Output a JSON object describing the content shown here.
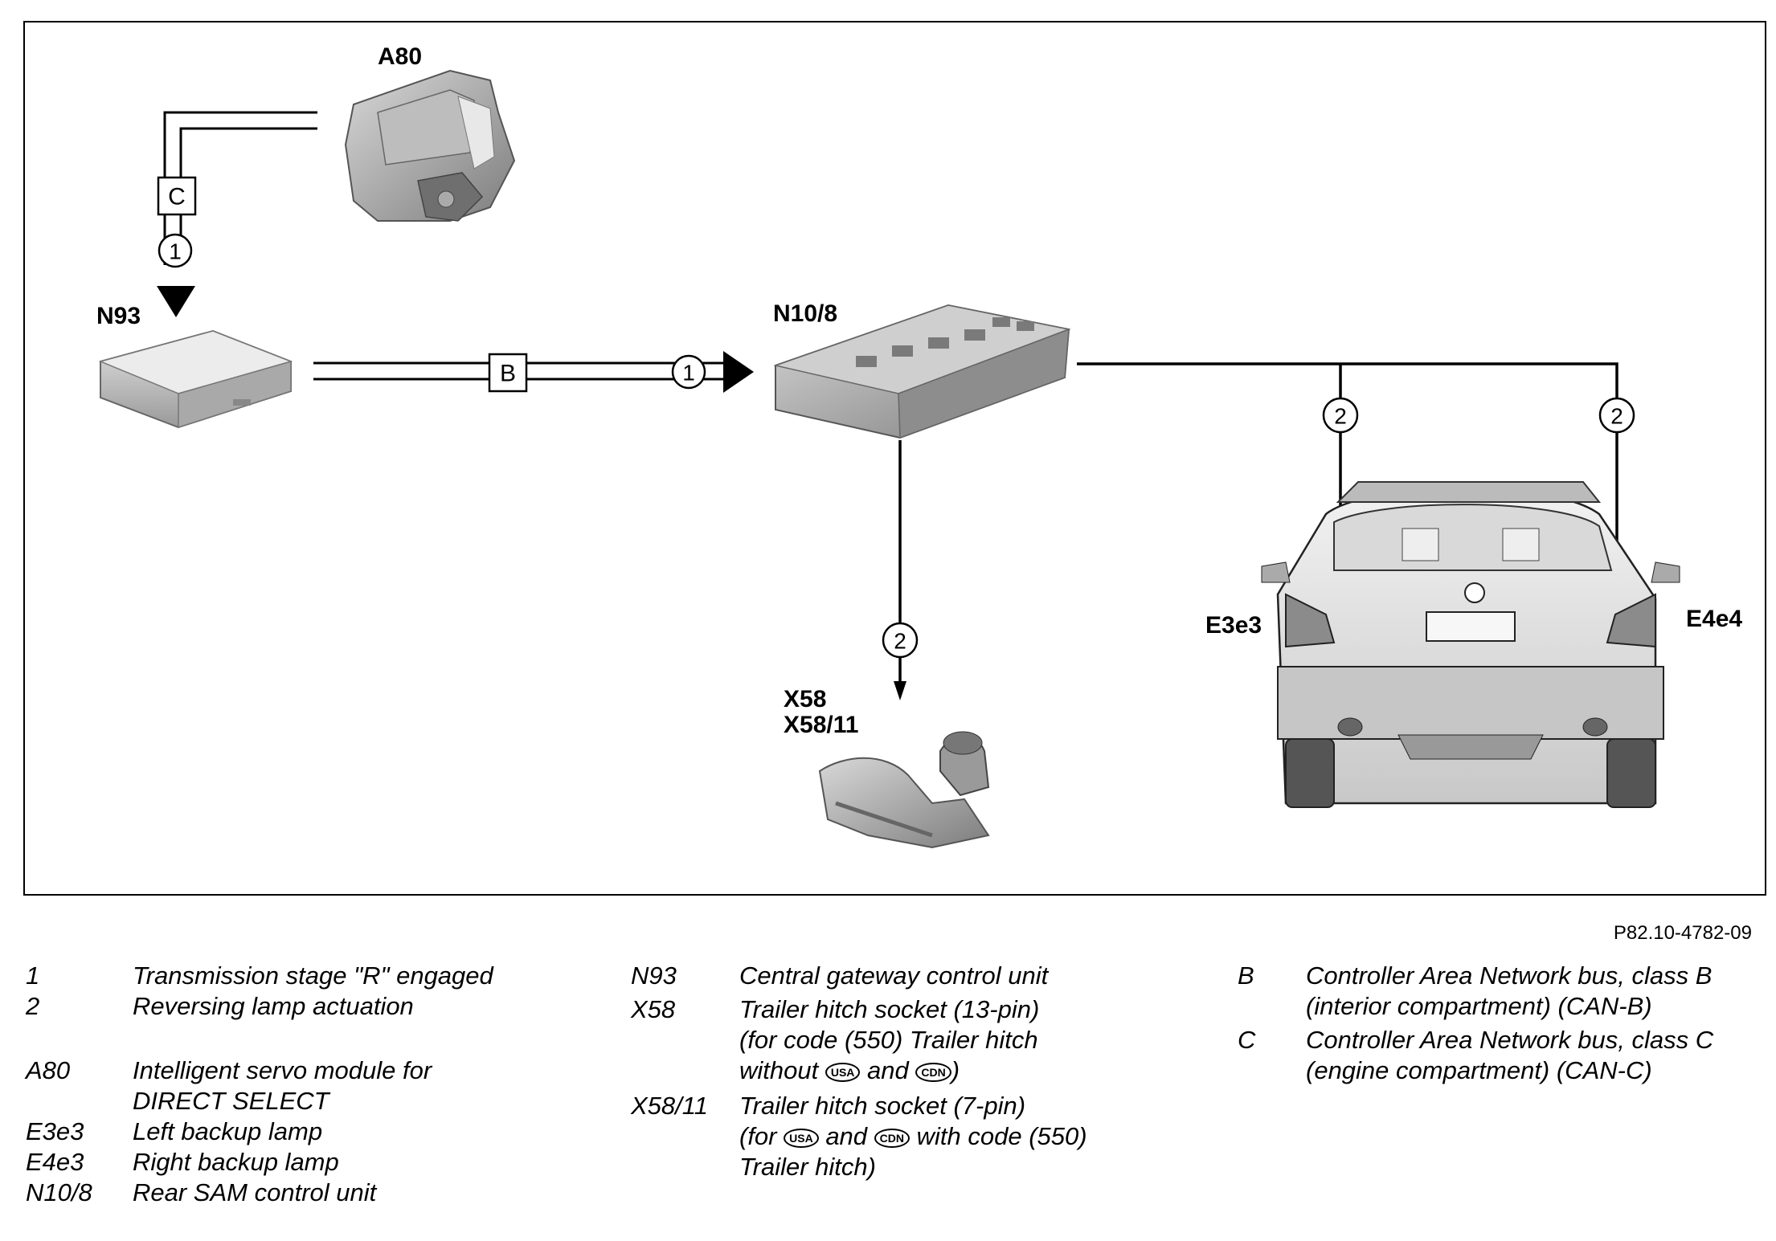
{
  "labels": {
    "a80": "A80",
    "n93": "N93",
    "n108": "N10/8",
    "x58": "X58",
    "x5811": "X58/11",
    "e3e3": "E3e3",
    "e4e4": "E4e4"
  },
  "bus_labels": {
    "c": "C",
    "b": "B"
  },
  "signal_markers": {
    "one": "1",
    "two": "2"
  },
  "reference": "P82.10-4782-09",
  "legend": {
    "col1": [
      {
        "key": "1",
        "desc": "Transmission stage \"R\" engaged"
      },
      {
        "key": "2",
        "desc": "Reversing lamp actuation"
      },
      {
        "key": "A80",
        "desc": "Intelligent servo module for\nDIRECT SELECT"
      },
      {
        "key": "E3e3",
        "desc": "Left backup lamp"
      },
      {
        "key": "E4e3",
        "desc": "Right backup lamp"
      },
      {
        "key": "N10/8",
        "desc": "Rear SAM control unit"
      }
    ],
    "col2": [
      {
        "key": "N93",
        "desc": "Central gateway control unit"
      },
      {
        "key": "X58",
        "desc_a": "Trailer hitch socket (13-pin)\n(for code (550) Trailer hitch\nwithout",
        "badge1": "USA",
        "mid": "and",
        "badge2": "CDN",
        "end": ")"
      },
      {
        "key": "X58/11",
        "desc_a": "Trailer hitch socket (7-pin)\n(for",
        "badge1": "USA",
        "mid": "and",
        "badge2": "CDN",
        "end": "with code (550)\nTrailer hitch)"
      }
    ],
    "col3": [
      {
        "key": "B",
        "desc": "Controller Area Network bus, class B\n(interior compartment) (CAN-B)"
      },
      {
        "key": "C",
        "desc": "Controller Area Network bus, class C\n(engine compartment) (CAN-C)"
      }
    ]
  }
}
